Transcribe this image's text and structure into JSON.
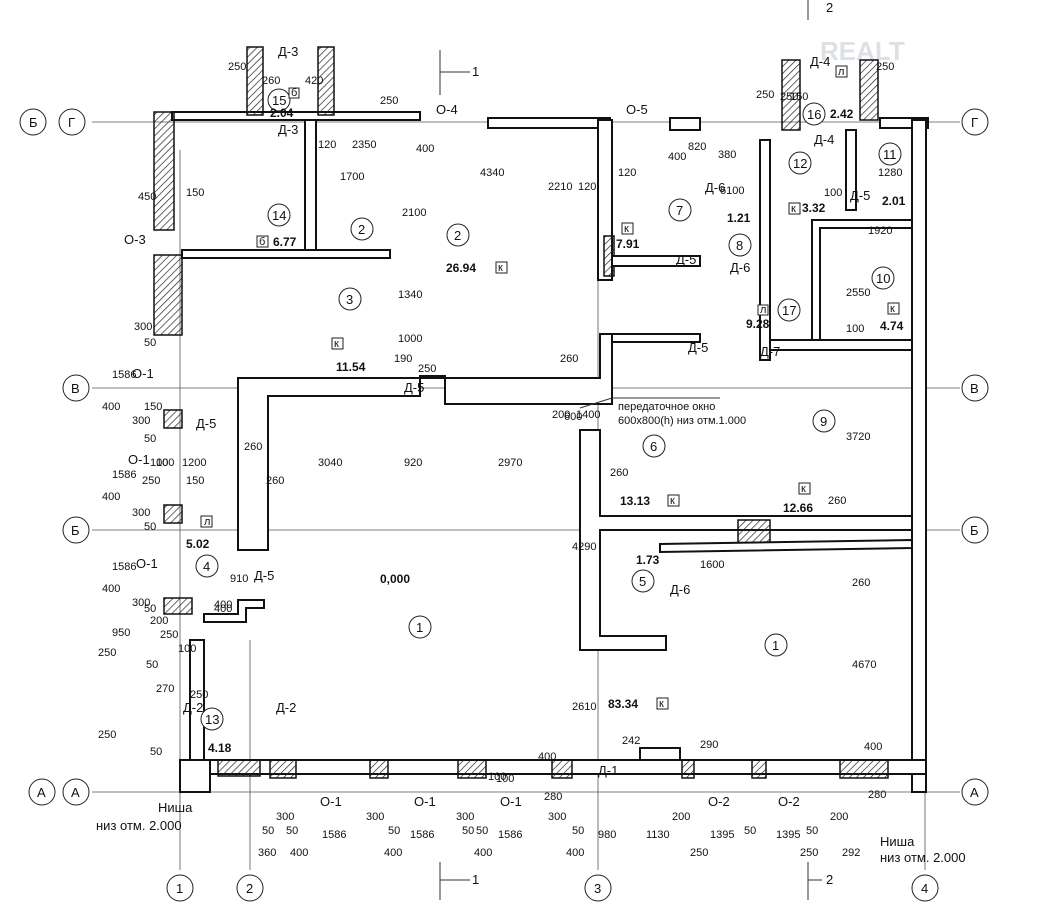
{
  "watermark": "REALT",
  "axes": {
    "rows": [
      "Г",
      "В",
      "Б",
      "А"
    ],
    "row_left_pairs": [
      [
        "Б",
        "Г"
      ],
      [
        "В"
      ],
      [
        "Б"
      ],
      [
        "А",
        "А"
      ]
    ],
    "cols": [
      "1",
      "2",
      "3",
      "4"
    ]
  },
  "section_marks": [
    "1",
    "1",
    "2",
    "2"
  ],
  "rooms": [
    {
      "num": "1",
      "area": "83.34",
      "mark": "к"
    },
    {
      "num": "1",
      "area": "",
      "mark": ""
    },
    {
      "num": "2",
      "area": "26.94",
      "mark": "к"
    },
    {
      "num": "2",
      "area": "",
      "mark": ""
    },
    {
      "num": "3",
      "area": "11.54",
      "mark": "к"
    },
    {
      "num": "4",
      "area": "5.02",
      "mark": "л"
    },
    {
      "num": "5",
      "area": "1.73",
      "mark": ""
    },
    {
      "num": "6",
      "area": "13.13",
      "mark": "к"
    },
    {
      "num": "7",
      "area": "7.91",
      "mark": "к"
    },
    {
      "num": "8",
      "area": "1.21",
      "mark": ""
    },
    {
      "num": "9",
      "area": "12.66",
      "mark": "к"
    },
    {
      "num": "10",
      "area": "4.74",
      "mark": "к"
    },
    {
      "num": "11",
      "area": "2.01",
      "mark": ""
    },
    {
      "num": "12",
      "area": "3.32",
      "mark": "к"
    },
    {
      "num": "13",
      "area": "4.18",
      "mark": ""
    },
    {
      "num": "14",
      "area": "6.77",
      "mark": "б"
    },
    {
      "num": "15",
      "area": "2.04",
      "mark": "б"
    },
    {
      "num": "16",
      "area": "2.42",
      "mark": "л"
    },
    {
      "num": "17",
      "area": "9.28",
      "mark": "л"
    }
  ],
  "elevation": "0,000",
  "niche": {
    "title": "Ниша",
    "level": "низ отм. 2.000"
  },
  "transfer_window": {
    "title": "передаточное окно",
    "spec": "600x800(h) низ отм.1.000"
  },
  "doors": [
    "Д-1",
    "Д-2",
    "Д-2",
    "Д-3",
    "Д-3",
    "Д-4",
    "Д-4",
    "Д-5",
    "Д-5",
    "Д-5",
    "Д-5",
    "Д-5",
    "Д-5",
    "Д-6",
    "Д-6",
    "Д-6",
    "Д-7"
  ],
  "windows": [
    "О-1",
    "О-1",
    "О-1",
    "О-1",
    "О-1",
    "О-1",
    "О-2",
    "О-2",
    "О-3",
    "О-4",
    "О-5"
  ],
  "dimensions": {
    "top": [
      "250",
      "260",
      "420",
      "250",
      "120",
      "2350",
      "400",
      "4340",
      "250",
      "820",
      "380",
      "400",
      "6100",
      "100",
      "1280",
      "250",
      "150",
      "250",
      "1920",
      "1700",
      "2100",
      "2210",
      "120",
      "120"
    ],
    "middle": [
      "3040",
      "920",
      "2970",
      "1200",
      "100",
      "150",
      "260",
      "260",
      "1340",
      "1000",
      "190",
      "250",
      "260",
      "200",
      "600",
      "1400",
      "2550",
      "100",
      "3720",
      "4290",
      "2610",
      "4670",
      "260",
      "910",
      "400",
      "1600",
      "260",
      "260",
      "400",
      "100"
    ],
    "left": [
      "450",
      "150",
      "300",
      "50",
      "1586",
      "400",
      "300",
      "150",
      "50",
      "100",
      "1586",
      "250",
      "400",
      "300",
      "50",
      "1586",
      "400",
      "300",
      "50",
      "200",
      "250",
      "950",
      "100",
      "250",
      "270",
      "250",
      "50",
      "250",
      "50"
    ],
    "bottom": [
      "300",
      "50",
      "1586",
      "300",
      "50",
      "1586",
      "300",
      "50",
      "1586",
      "300",
      "980",
      "1130",
      "200",
      "1395",
      "1395",
      "200",
      "280",
      "360",
      "400",
      "400",
      "400",
      "400",
      "250",
      "250",
      "292",
      "242",
      "290",
      "400",
      "280",
      "100",
      "400",
      "50",
      "50",
      "50",
      "50",
      "50"
    ]
  },
  "colors": {
    "ink": "#111111",
    "paper": "#ffffff",
    "hatch": "#222222",
    "watermark": "#c8ccd4"
  }
}
